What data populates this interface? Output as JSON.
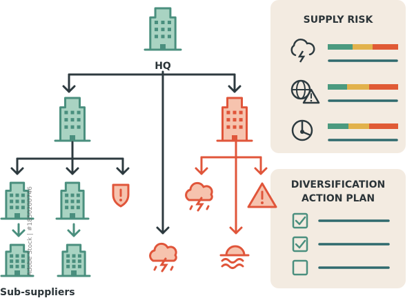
{
  "diagram": {
    "hq_label": "HQ",
    "sub_suppliers_label": "Sub-suppliers",
    "nodes": [
      {
        "id": "hq",
        "icon": "building-icon",
        "status": "ok"
      },
      {
        "id": "tier1-left",
        "icon": "building-icon",
        "status": "ok"
      },
      {
        "id": "tier1-right",
        "icon": "building-icon",
        "status": "at-risk"
      },
      {
        "id": "sub-1",
        "icon": "building-icon",
        "status": "ok"
      },
      {
        "id": "sub-2",
        "icon": "building-icon",
        "status": "ok"
      },
      {
        "id": "sub-alert",
        "icon": "shield-alert-icon",
        "status": "at-risk"
      },
      {
        "id": "risk-storm",
        "icon": "storm-cloud-icon",
        "status": "at-risk"
      },
      {
        "id": "risk-warning",
        "icon": "warning-triangle-icon",
        "status": "at-risk"
      },
      {
        "id": "sub-3",
        "icon": "building-icon",
        "status": "ok"
      },
      {
        "id": "sub-4",
        "icon": "building-icon",
        "status": "ok"
      },
      {
        "id": "hq-storm",
        "icon": "storm-cloud-icon",
        "status": "at-risk"
      },
      {
        "id": "flood",
        "icon": "flood-sun-icon",
        "status": "at-risk"
      }
    ]
  },
  "supply_risk": {
    "title": "SUPPLY RISK",
    "rows": [
      {
        "icon": "storm-cloud-icon"
      },
      {
        "icon": "globe-warning-icon"
      },
      {
        "icon": "pie-clock-icon"
      }
    ]
  },
  "action_plan": {
    "title_line1": "DIVERSIFICATION",
    "title_line2": "ACTION PLAN",
    "items": [
      {
        "checked": true
      },
      {
        "checked": true
      },
      {
        "checked": false
      }
    ]
  },
  "colors": {
    "teal": "#4a8f7e",
    "teal_fill": "#a9d3c2",
    "dark": "#2d3a3f",
    "red": "#e0553a",
    "red_fill": "#f6c3ae",
    "panel": "#f3ebe1",
    "bar_green": "#4b9a7f",
    "bar_yellow": "#e2b24c",
    "bar_red": "#e05a35",
    "bar_line": "#2f6a6e"
  },
  "watermark": "Adobe Stock | #1850200746"
}
